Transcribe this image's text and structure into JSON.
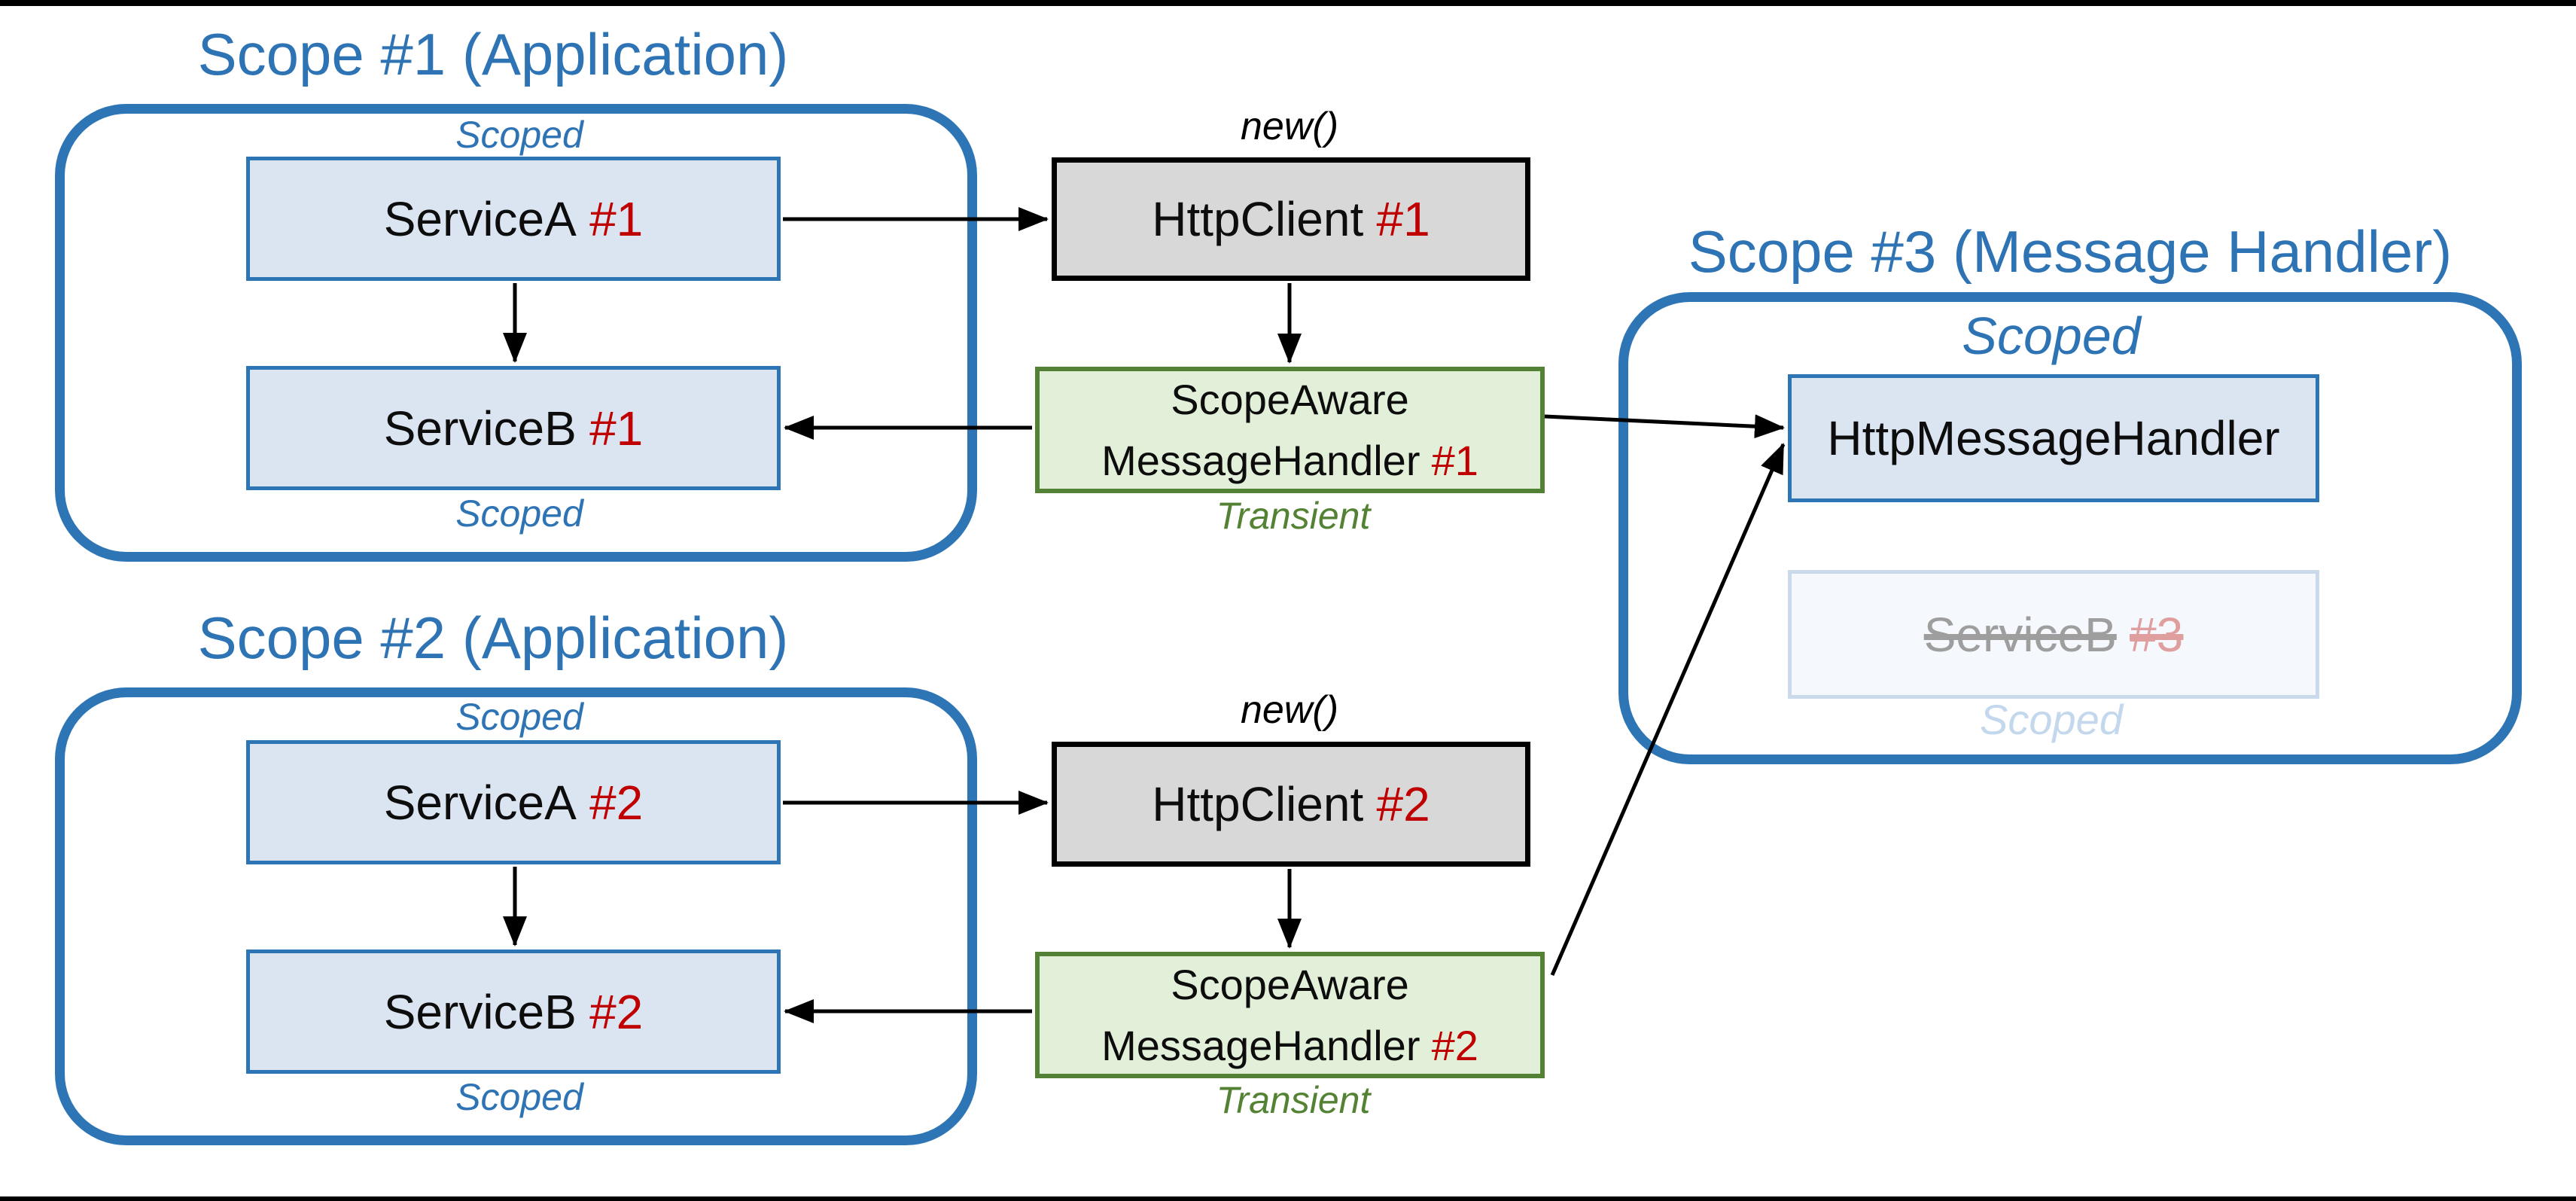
{
  "colors": {
    "letterbox": "#000000",
    "scope_border_blue": "#2E75B6",
    "title_blue": "#2E74B5",
    "service_box_fill": "#DBE5F2",
    "service_box_border": "#2E75B6",
    "http_client_fill": "#D8D8D8",
    "http_client_border": "#000000",
    "handler_fill": "#E2EFD9",
    "handler_border": "#538135",
    "instance_red": "#C00000",
    "transient_green": "#548235",
    "faded_text_gray": "#9E9E9E",
    "faded_instance_red": "#DF9F9E",
    "faded_scoped_blue": "#C3D8EC",
    "faded_box_fill": "#F5F8FC",
    "faded_box_border": "#CADAEB",
    "arrow_color": "#000000"
  },
  "scope1": {
    "title": "Scope #1 (Application)",
    "scoped_top": "Scoped",
    "scoped_bottom": "Scoped",
    "service_a": {
      "name": "ServiceA",
      "instance": "#1"
    },
    "service_b": {
      "name": "ServiceB",
      "instance": "#1"
    }
  },
  "scope2": {
    "title": "Scope #2 (Application)",
    "scoped_top": "Scoped",
    "scoped_bottom": "Scoped",
    "service_a": {
      "name": "ServiceA",
      "instance": "#2"
    },
    "service_b": {
      "name": "ServiceB",
      "instance": "#2"
    }
  },
  "scope3": {
    "title": "Scope #3 (Message Handler)",
    "scoped_top": "Scoped",
    "scoped_bottom": "Scoped",
    "http_message_handler": "HttpMessageHandler",
    "service_b": {
      "name": "ServiceB",
      "instance": "#3"
    }
  },
  "pipeline1": {
    "new_label": "new()",
    "http_client": {
      "name": "HttpClient",
      "instance": "#1"
    },
    "handler": {
      "line1": "ScopeAware",
      "line2": "MessageHandler",
      "instance": "#1"
    },
    "transient_label": "Transient"
  },
  "pipeline2": {
    "new_label": "new()",
    "http_client": {
      "name": "HttpClient",
      "instance": "#2"
    },
    "handler": {
      "line1": "ScopeAware",
      "line2": "MessageHandler",
      "instance": "#2"
    },
    "transient_label": "Transient"
  }
}
